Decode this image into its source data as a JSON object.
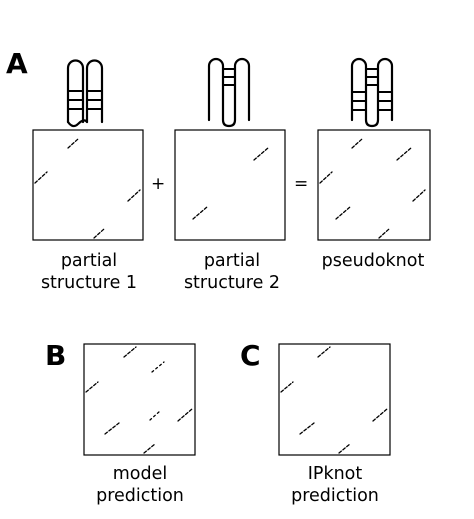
{
  "panels": {
    "a": {
      "letter": "A",
      "operator_plus": "+",
      "operator_equals": "=",
      "captions": [
        {
          "line1": "partial",
          "line2": "structure 1"
        },
        {
          "line1": "partial",
          "line2": "structure 2"
        },
        {
          "line1": "pseudoknot",
          "line2": ""
        }
      ]
    },
    "b": {
      "letter": "B",
      "line1": "model",
      "line2": "prediction"
    },
    "c": {
      "letter": "C",
      "line1": "IPknot",
      "line2": "prediction"
    }
  },
  "colors": {
    "stroke": "#000000",
    "background": "#ffffff"
  }
}
